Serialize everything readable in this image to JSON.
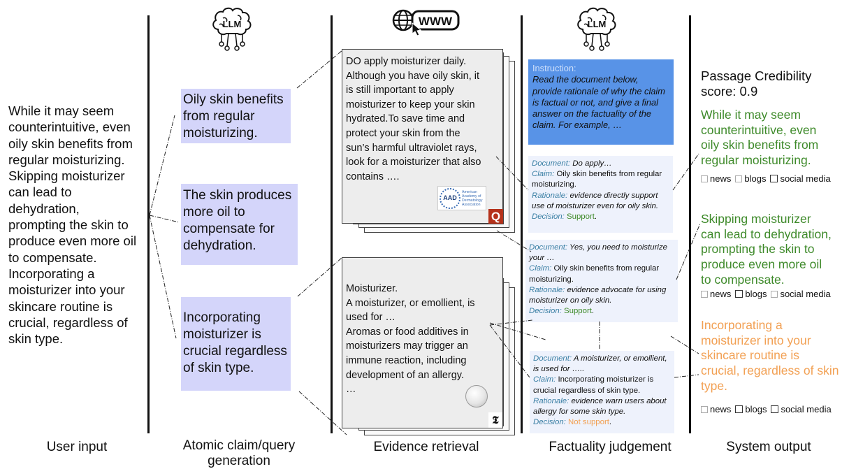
{
  "user_input": {
    "lines": [
      "While it may seem",
      "counterintuitive, even",
      "oily skin benefits from",
      "regular moisturizing.",
      "Skipping moisturizer",
      "can lead to",
      "dehydration,",
      "prompting the skin to",
      "produce even more oil",
      "to compensate.",
      "Incorporating a",
      "moisturizer into your",
      "skincare routine is",
      "crucial, regardless of",
      "skin type."
    ]
  },
  "icons": {
    "llm_left": "LLM",
    "www": "WWW",
    "llm_right": "LLM"
  },
  "claims": [
    {
      "lines": [
        "Oily skin benefits",
        "from regular",
        "moisturizing."
      ]
    },
    {
      "lines": [
        "The skin produces",
        "more oil to",
        "compensate for",
        "dehydration."
      ]
    },
    {
      "lines": [
        "Incorporating",
        "moisturizer is",
        "crucial regardless",
        "of skin type."
      ]
    }
  ],
  "evidence": [
    {
      "lines": [
        "DO apply moisturizer daily.",
        "Although you have oily skin, it",
        "is still important to apply",
        "moisturizer to keep your skin",
        "hydrated.To save time and",
        "protect your skin from the",
        "sun’s harmful ultraviolet rays,",
        "look for a moisturizer that also",
        "contains …."
      ],
      "logo_text": "AAD",
      "logo_sub": [
        "American",
        "Academy of",
        "Dermatology",
        "Association"
      ],
      "badge": "Q"
    },
    {
      "lines": [
        "Moisturizer.",
        "A moisturizer, or emollient, is",
        "used for …",
        "Aromas or food additives in",
        "moisturizers may trigger an",
        "immune reaction, including",
        "development of an allergy.",
        "…"
      ],
      "badge": "𝕿"
    }
  ],
  "instruction": {
    "title": "Instruction:",
    "text": "Read the document below, provide rationale of why the claim is factual or not, and give a final answer on the factuality of the claim. For example, …"
  },
  "judgements": [
    {
      "document_key": "Document:",
      "document": " Do apply…",
      "claim_key": "Claim:",
      "claim": " Oily skin benefits from regular moisturizing.",
      "rationale_key": "Rationale:",
      "rationale": " evidence directly support use of moisturizer even for oily skin.",
      "decision_key": "Decision:",
      "decision": " Support",
      "end": "."
    },
    {
      "document_key": "Document:",
      "document": "  Yes, you need to moisturize your …",
      "claim_key": "Claim:",
      "claim": " Oily skin benefits from regular moisturizing.",
      "rationale_key": "Rationale:",
      "rationale": " evidence advocate for using moisturizer on oily skin.",
      "decision_key": "Decision:",
      "decision": " Support",
      "end": "."
    },
    {
      "document_key": "Document:",
      "document": " A moisturizer, or emollient, is used for …..",
      "claim_key": "Claim:",
      "claim": " Incorporating moisturizer is crucial regardless of skin type.",
      "rationale_key": "Rationale:",
      "rationale": " evidence warn users about allergy for some skin type.",
      "decision_key": "Decision:",
      "decision": " Not support",
      "end": "."
    }
  ],
  "output": {
    "score_lines": [
      "Passage  Credibility",
      "score: 0.9"
    ],
    "segments": [
      {
        "lines": [
          "While it may seem",
          "counterintuitive, even",
          "oily skin benefits from",
          "regular moisturizing."
        ],
        "color": "#3e8a2a"
      },
      {
        "lines": [
          "Skipping moisturizer",
          "can lead to dehydration,",
          "prompting the skin to",
          "produce even more oil",
          "to compensate."
        ],
        "color": "#3e8a2a"
      },
      {
        "lines": [
          "Incorporating a",
          "moisturizer into your",
          "skincare routine is",
          "crucial, regardless of skin",
          "type."
        ],
        "color": "#f2a053"
      }
    ],
    "sources": [
      "news",
      "blogs",
      "social media"
    ]
  },
  "column_labels": [
    "User input",
    "Atomic claim/query generation",
    "Evidence retrieval",
    "Factuality judgement",
    "System output"
  ]
}
